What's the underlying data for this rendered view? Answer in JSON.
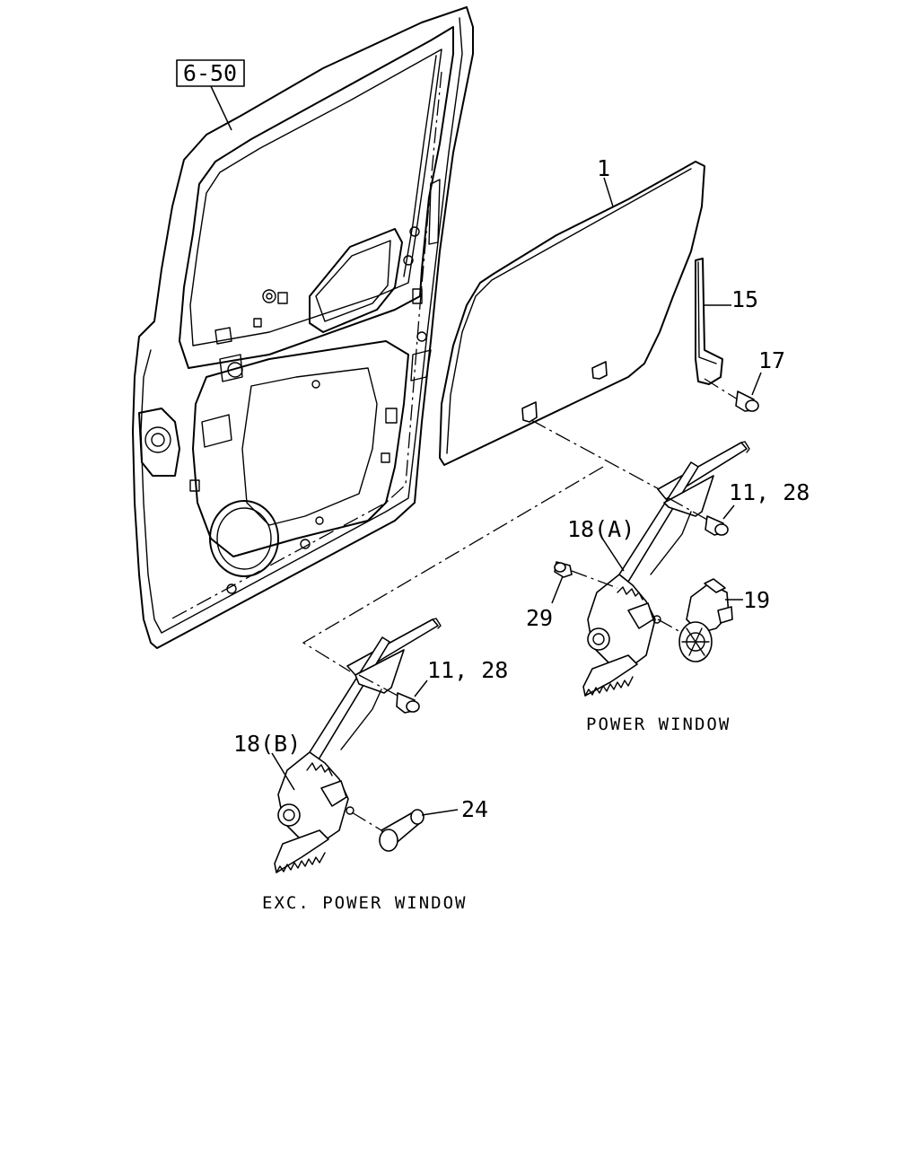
{
  "diagram": {
    "reference_box": "6-50",
    "callouts": {
      "glass": "1",
      "channel": "15",
      "channel_bolt": "17",
      "regulator_bolt_power": "11, 28",
      "regulator_power": "18(A)",
      "motor": "19",
      "motor_bolt": "29",
      "regulator_bolt_manual": "11, 28",
      "regulator_manual": "18(B)",
      "handle": "24"
    },
    "captions": {
      "power": "POWER WINDOW",
      "manual": "EXC. POWER WINDOW"
    }
  }
}
